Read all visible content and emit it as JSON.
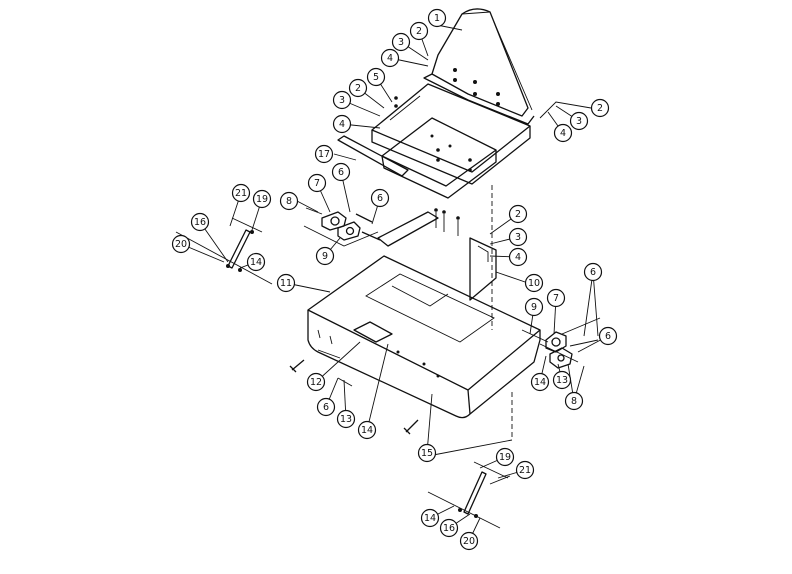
{
  "callouts": [
    {
      "id": "c1",
      "label": "1"
    },
    {
      "id": "c2a",
      "label": "2"
    },
    {
      "id": "c3a",
      "label": "3"
    },
    {
      "id": "c4a",
      "label": "4"
    },
    {
      "id": "c2b",
      "label": "2"
    },
    {
      "id": "c3b",
      "label": "3"
    },
    {
      "id": "c4b",
      "label": "4"
    },
    {
      "id": "c5",
      "label": "5"
    },
    {
      "id": "c2c",
      "label": "2"
    },
    {
      "id": "c3c",
      "label": "3"
    },
    {
      "id": "c4c",
      "label": "4"
    },
    {
      "id": "c17",
      "label": "17"
    },
    {
      "id": "c7a",
      "label": "7"
    },
    {
      "id": "c6a",
      "label": "6"
    },
    {
      "id": "c8a",
      "label": "8"
    },
    {
      "id": "c6b",
      "label": "6"
    },
    {
      "id": "c9a",
      "label": "9"
    },
    {
      "id": "c21a",
      "label": "21"
    },
    {
      "id": "c19a",
      "label": "19"
    },
    {
      "id": "c16a",
      "label": "16"
    },
    {
      "id": "c20a",
      "label": "20"
    },
    {
      "id": "c14a",
      "label": "14"
    },
    {
      "id": "c2d",
      "label": "2"
    },
    {
      "id": "c3d",
      "label": "3"
    },
    {
      "id": "c4d",
      "label": "4"
    },
    {
      "id": "c10",
      "label": "10"
    },
    {
      "id": "c11",
      "label": "11"
    },
    {
      "id": "c6c",
      "label": "6"
    },
    {
      "id": "c9b",
      "label": "9"
    },
    {
      "id": "c7b",
      "label": "7"
    },
    {
      "id": "c6d",
      "label": "6"
    },
    {
      "id": "c14b",
      "label": "14"
    },
    {
      "id": "c13a",
      "label": "13"
    },
    {
      "id": "c8b",
      "label": "8"
    },
    {
      "id": "c12",
      "label": "12"
    },
    {
      "id": "c6e",
      "label": "6"
    },
    {
      "id": "c13b",
      "label": "13"
    },
    {
      "id": "c14c",
      "label": "14"
    },
    {
      "id": "c15",
      "label": "15"
    },
    {
      "id": "c19b",
      "label": "19"
    },
    {
      "id": "c21b",
      "label": "21"
    },
    {
      "id": "c14d",
      "label": "14"
    },
    {
      "id": "c16b",
      "label": "16"
    },
    {
      "id": "c20b",
      "label": "20"
    }
  ]
}
